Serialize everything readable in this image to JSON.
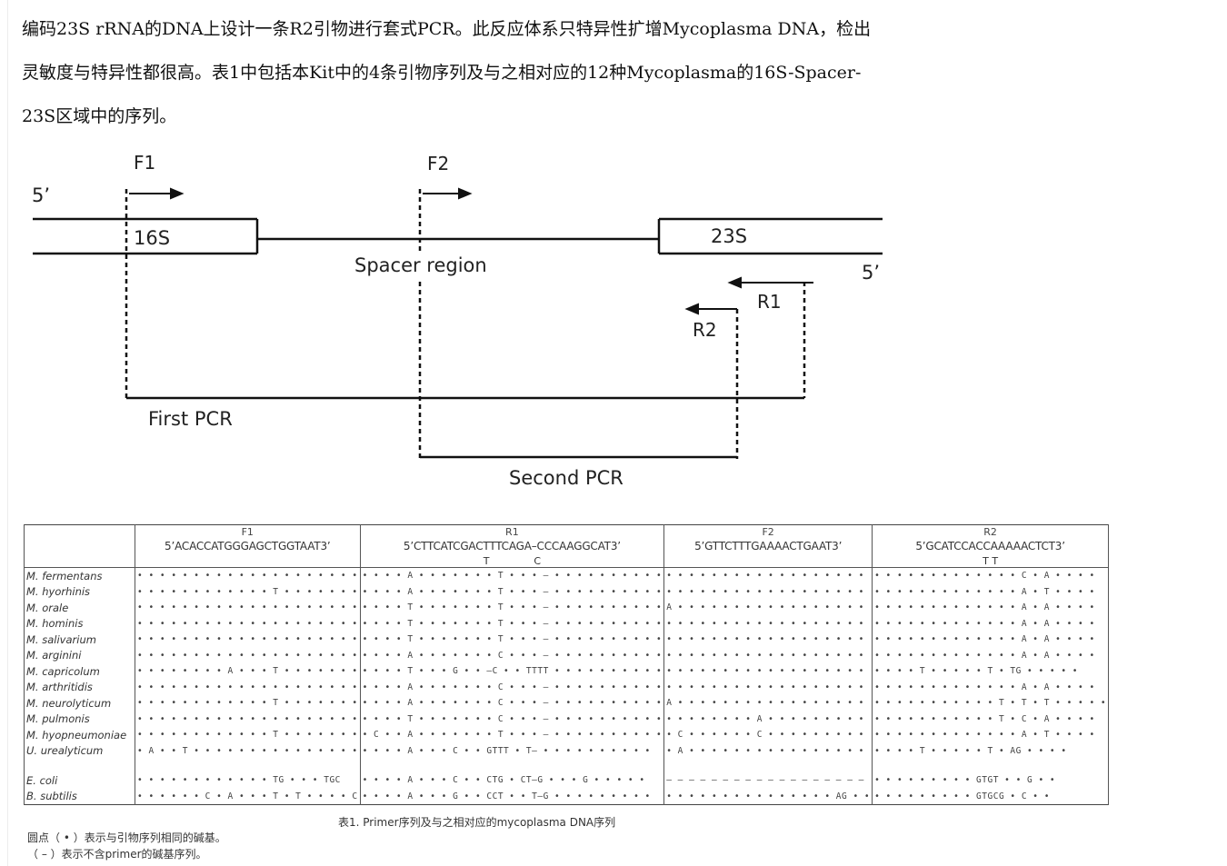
{
  "paragraph": [
    "编码23S rRNA的DNA上设计一条R2引物进行套式PCR。此反应体系只特异性扩增Mycoplasma DNA，检出",
    "灵敏度与特异性都很高。表1中包括本Kit中的4条引物序列及与之相对应的12种Mycoplasma的16S-Spacer-",
    "23S区域中的序列。"
  ],
  "diagram": {
    "f1": "F1",
    "f2": "F2",
    "r1": "R1",
    "r2": "R2",
    "five_prime_left": "5’",
    "five_prime_right": "5’",
    "label_16s": "16S",
    "label_23s": "23S",
    "spacer": "Spacer  region",
    "first_pcr": "First  PCR",
    "second_pcr": "Second  PCR"
  },
  "table": {
    "headers": [
      "F1",
      "R1",
      "F2",
      "R2"
    ],
    "primers": [
      "5’ACACCATGGGAGCTGGTAAT3’",
      "5’CTTCATCGACTTTCAGA–CCCAAGGCAT3’",
      "5’GTTCTTTGAAAACTGAAT3’",
      "5’GCATCCACCAAAAACTCT3’"
    ],
    "variants": [
      "T              C",
      "",
      "T T"
    ],
    "rows": [
      {
        "species": "M.  fermentans",
        "f1": "• • • • • • • • • • • • • • • • • • • •",
        "r1": "• • • • A • • • • • • • T • • • – • • • • • • • • • •",
        "f2": "• • • • • • • • • • • • • • • • • •",
        "r2": "• • • • • • • • • • • • • C • A • • • •"
      },
      {
        "species": "M.  hyorhinis",
        "f1": "• • • • • • • • • • • • T • • • • • • •",
        "r1": "• • • • A • • • • • • • T • • • – • • • • • • • • • •",
        "f2": "• • • • • • • • • • • • • • • • • •",
        "r2": "• • • • • • • • • • • • • A • T • • • •"
      },
      {
        "species": "M.  orale",
        "f1": "• • • • • • • • • • • • • • • • • • • •",
        "r1": "• • • • T • • • • • • • T • • • – • • • • • • • • • •",
        "f2": "A • • • • • • • • • • • • • • • • •",
        "r2": "• • • • • • • • • • • • • A • A • • • •"
      },
      {
        "species": "M.  hominis",
        "f1": "• • • • • • • • • • • • • • • • • • • •",
        "r1": "• • • • T • • • • • • • T • • • – • • • • • • • • • •",
        "f2": "• • • • • • • • • • • • • • • • • •",
        "r2": "• • • • • • • • • • • • • A • A • • • •"
      },
      {
        "species": "M.  salivarium",
        "f1": "• • • • • • • • • • • • • • • • • • • •",
        "r1": "• • • • T • • • • • • • T • • • – • • • • • • • • • •",
        "f2": "• • • • • • • • • • • • • • • • • •",
        "r2": "• • • • • • • • • • • • • A • A • • • •"
      },
      {
        "species": "M.  arginini",
        "f1": "• • • • • • • • • • • • • • • • • • • •",
        "r1": "• • • • A • • • • • • • C • • • – • • • • • • • • • •",
        "f2": "• • • • • • • • • • • • • • • • • •",
        "r2": "• • • • • • • • • • • • • A • A • • • •"
      },
      {
        "species": "M.  capricolum",
        "f1": "• • • • • • • • A • • • T • • • • • • •",
        "r1": "• • • • T • • • G • • –C • • TTTT • • • • • • • • • •",
        "f2": "• • • • • • • • • • • • • • • • • •",
        "r2": "• • • • T • • • • • T • TG • • • • •"
      },
      {
        "species": "M.  arthritidis",
        "f1": "• • • • • • • • • • • • • • • • • • • •",
        "r1": "• • • • A • • • • • • • C • • • – • • • • • • • • • •",
        "f2": "• • • • • • • • • • • • • • • • • •",
        "r2": "• • • • • • • • • • • • • A • A • • • •"
      },
      {
        "species": "M.  neurolyticum",
        "f1": "• • • • • • • • • • • • T • • • • • • •",
        "r1": "• • • • A • • • • • • • C • • • – • • • • • • • • • •",
        "f2": "A • • • • • • • • • • • • • • • • •",
        "r2": "• • • • • • • • • • • T • T • T • • • • •"
      },
      {
        "species": "M.  pulmonis",
        "f1": "• • • • • • • • • • • • • • • • • • • •",
        "r1": "• • • • T • • • • • • • C • • • – • • • • • • • • • •",
        "f2": "• • • • • • • • A • • • • • • • • •",
        "r2": "• • • • • • • • • • • T • C • A • • • •"
      },
      {
        "species": "M.  hyopneumoniae",
        "f1": "• • • • • • • • • • • • T • • • • • • •",
        "r1": "• C • • A • • • • • • • T • • • – • • • • • • • • • •",
        "f2": "• C • • • • • • C • • • • • • • • •",
        "r2": "• • • • • • • • • • • • • A • T • • • •"
      },
      {
        "species": "U.  urealyticum",
        "f1": "• A • • T • • • • • • • • • • • • • • •",
        "r1": "• • • • A • • • C • • GTTT • T– • • • • • • • • • •",
        "f2": "• A • • • • • • • • • • • • • • • •",
        "r2": "• • • • T • • • • • T • AG • • • •"
      },
      {
        "species": "E.  coli",
        "f1": "• • • • • • • • • • • • TG • • • TGC",
        "r1": "• • • • A • • • C • • CTG • CT–G • • • G • • • • •",
        "f2": "– – – – – – – – – – – – – – – – – –",
        "r2": "• • • • • • • • • GTGT • • G • •"
      },
      {
        "species": "B.  subtilis",
        "f1": "• • • • • • C • A • • • T • T • • • • C",
        "r1": "• • • • A • • • G • • CCT • • T–G • • • • • • • • •",
        "f2": "• • • • • • • • • • • • • • • AG • •",
        "r2": "• • • • • • • • • GTGCG • C • •"
      }
    ],
    "caption": "表1.  Primer序列及与之相对应的mycoplasma  DNA序列",
    "note1": "圆点（ • ）表示与引物序列相同的碱基。",
    "note2": "（ – ）表示不含primer的碱基序列。"
  }
}
